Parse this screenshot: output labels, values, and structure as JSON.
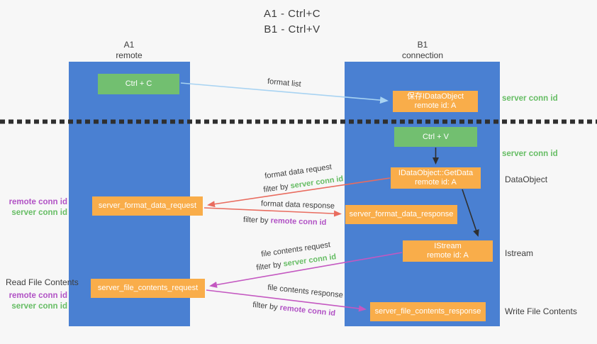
{
  "title": {
    "line1": "A1 - Ctrl+C",
    "line2": "B1 - Ctrl+V"
  },
  "columns": {
    "left": {
      "title": "A1",
      "subtitle": "remote"
    },
    "right": {
      "title": "B1",
      "subtitle": "connection"
    }
  },
  "nodes": {
    "ctrl_c": "Ctrl + C",
    "ctrl_v": "Ctrl + V",
    "save_idataobject": {
      "line1": "保存IDataObject",
      "line2": "remote id: A"
    },
    "idataobject_getdata": {
      "line1": "IDataObject::GetData",
      "line2": "remote id: A"
    },
    "istream": {
      "line1": "IStream",
      "line2": "remote id: A"
    },
    "server_format_data_request": "server_format_data_request",
    "server_format_data_response": "server_format_data_response",
    "server_file_contents_request": "server_file_contents_request",
    "server_file_contents_response": "server_file_contents_response"
  },
  "side_labels": {
    "server_conn_id_top": "server conn id",
    "server_conn_id_mid": "server conn id",
    "dataobject": "DataObject",
    "istream": "Istream",
    "read_file_contents": "Read File Contents",
    "write_file_contents": "Write File Contents",
    "mid_left_remote": "remote conn id",
    "mid_left_server": "server conn id",
    "bottom_left_remote": "remote conn id",
    "bottom_left_server": "server conn id"
  },
  "arrow_labels": {
    "format_list": "format list",
    "format_data_request": "format data request",
    "format_data_response": "format data response",
    "file_contents_request": "file contents request",
    "file_contents_response": "file contents response",
    "filter_by": "filter by",
    "server_conn_id": "server conn id",
    "remote_conn_id": "remote conn id"
  },
  "colors": {
    "background": "#f7f7f7",
    "column_blue": "#4a80d2",
    "node_green": "#72bf70",
    "node_orange": "#f9ad4a",
    "green_text": "#66bd64",
    "purple_text": "#b152c5",
    "red_arrow": "#e96c5f",
    "magenta_arrow": "#c458c1",
    "light_blue_arrow": "#a8d3f2",
    "black_arrow": "#2f2f2f",
    "dark_text": "#3d3d3d"
  }
}
